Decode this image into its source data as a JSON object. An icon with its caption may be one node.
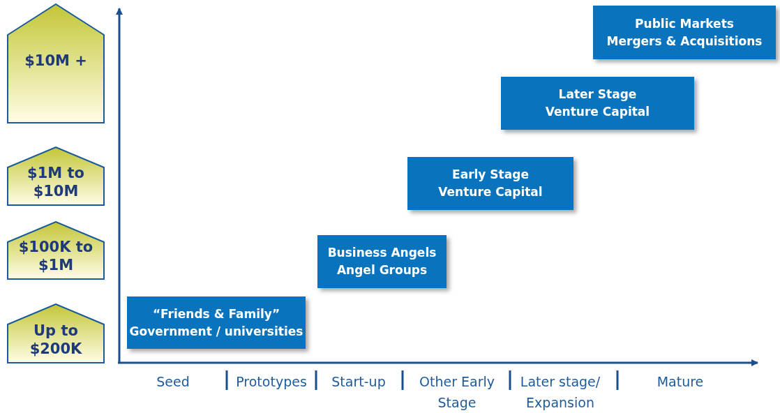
{
  "diagram": {
    "nodes": [
      {
        "text": [
          "$10M +"
        ]
      },
      {
        "text": [
          "$1M to $10M"
        ]
      },
      {
        "text": [
          "$100K to $1M"
        ]
      },
      {
        "text": [
          "Up to $200K"
        ]
      },
      {
        "text": [
          "Public Markets",
          "Mergers & Acquisitions"
        ]
      },
      {
        "text": [
          "Later Stage",
          "Venture Capital"
        ]
      },
      {
        "text": [
          "Early Stage",
          "Venture Capital"
        ]
      },
      {
        "text": [
          "Business Angels",
          "Angel Groups"
        ]
      },
      {
        "text": [
          "“Friends & Family”",
          "Government / universities"
        ]
      }
    ],
    "edges": [],
    "labels": [
      "Seed",
      "Prototypes",
      "Start-up",
      "Other Early Stage",
      "Later stage/ Expansion",
      "Mature"
    ]
  }
}
